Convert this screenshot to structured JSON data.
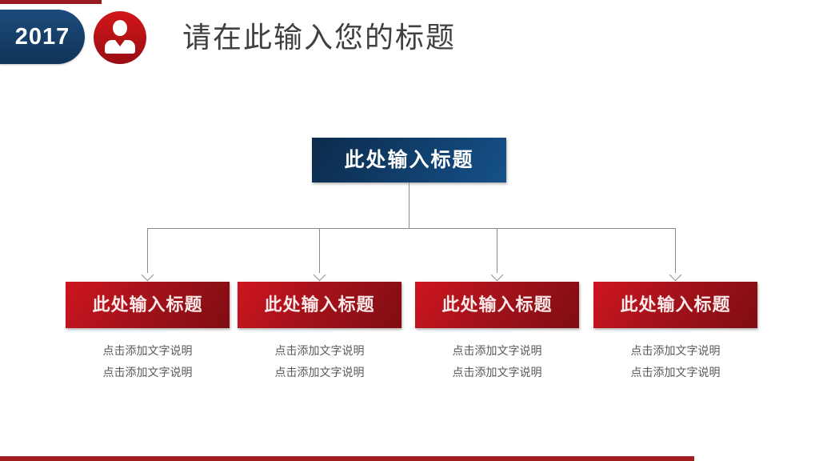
{
  "badge": {
    "year": "2017"
  },
  "header": {
    "title": "请在此输入您的标题",
    "avatar_icon": "business-person-icon"
  },
  "colors": {
    "navy": "#11345d",
    "brand_red": "#b01116",
    "accent_bar_red": "#9c1c21",
    "root_node_blue_gradient": [
      "#0c2b4c",
      "#155189"
    ],
    "child_node_red_gradient": [
      "#ce1520",
      "#7f0d12"
    ],
    "connector_gray": "#8a8a8a",
    "title_text": "#404040",
    "caption_text": "#595959"
  },
  "org_chart": {
    "type": "tree",
    "root_label": "此处输入标题",
    "children": [
      {
        "label": "此处输入标题",
        "captions": [
          "点击添加文字说明",
          "点击添加文字说明"
        ]
      },
      {
        "label": "此处输入标题",
        "captions": [
          "点击添加文字说明",
          "点击添加文字说明"
        ]
      },
      {
        "label": "此处输入标题",
        "captions": [
          "点击添加文字说明",
          "点击添加文字说明"
        ]
      },
      {
        "label": "此处输入标题",
        "captions": [
          "点击添加文字说明",
          "点击添加文字说明"
        ]
      }
    ]
  }
}
